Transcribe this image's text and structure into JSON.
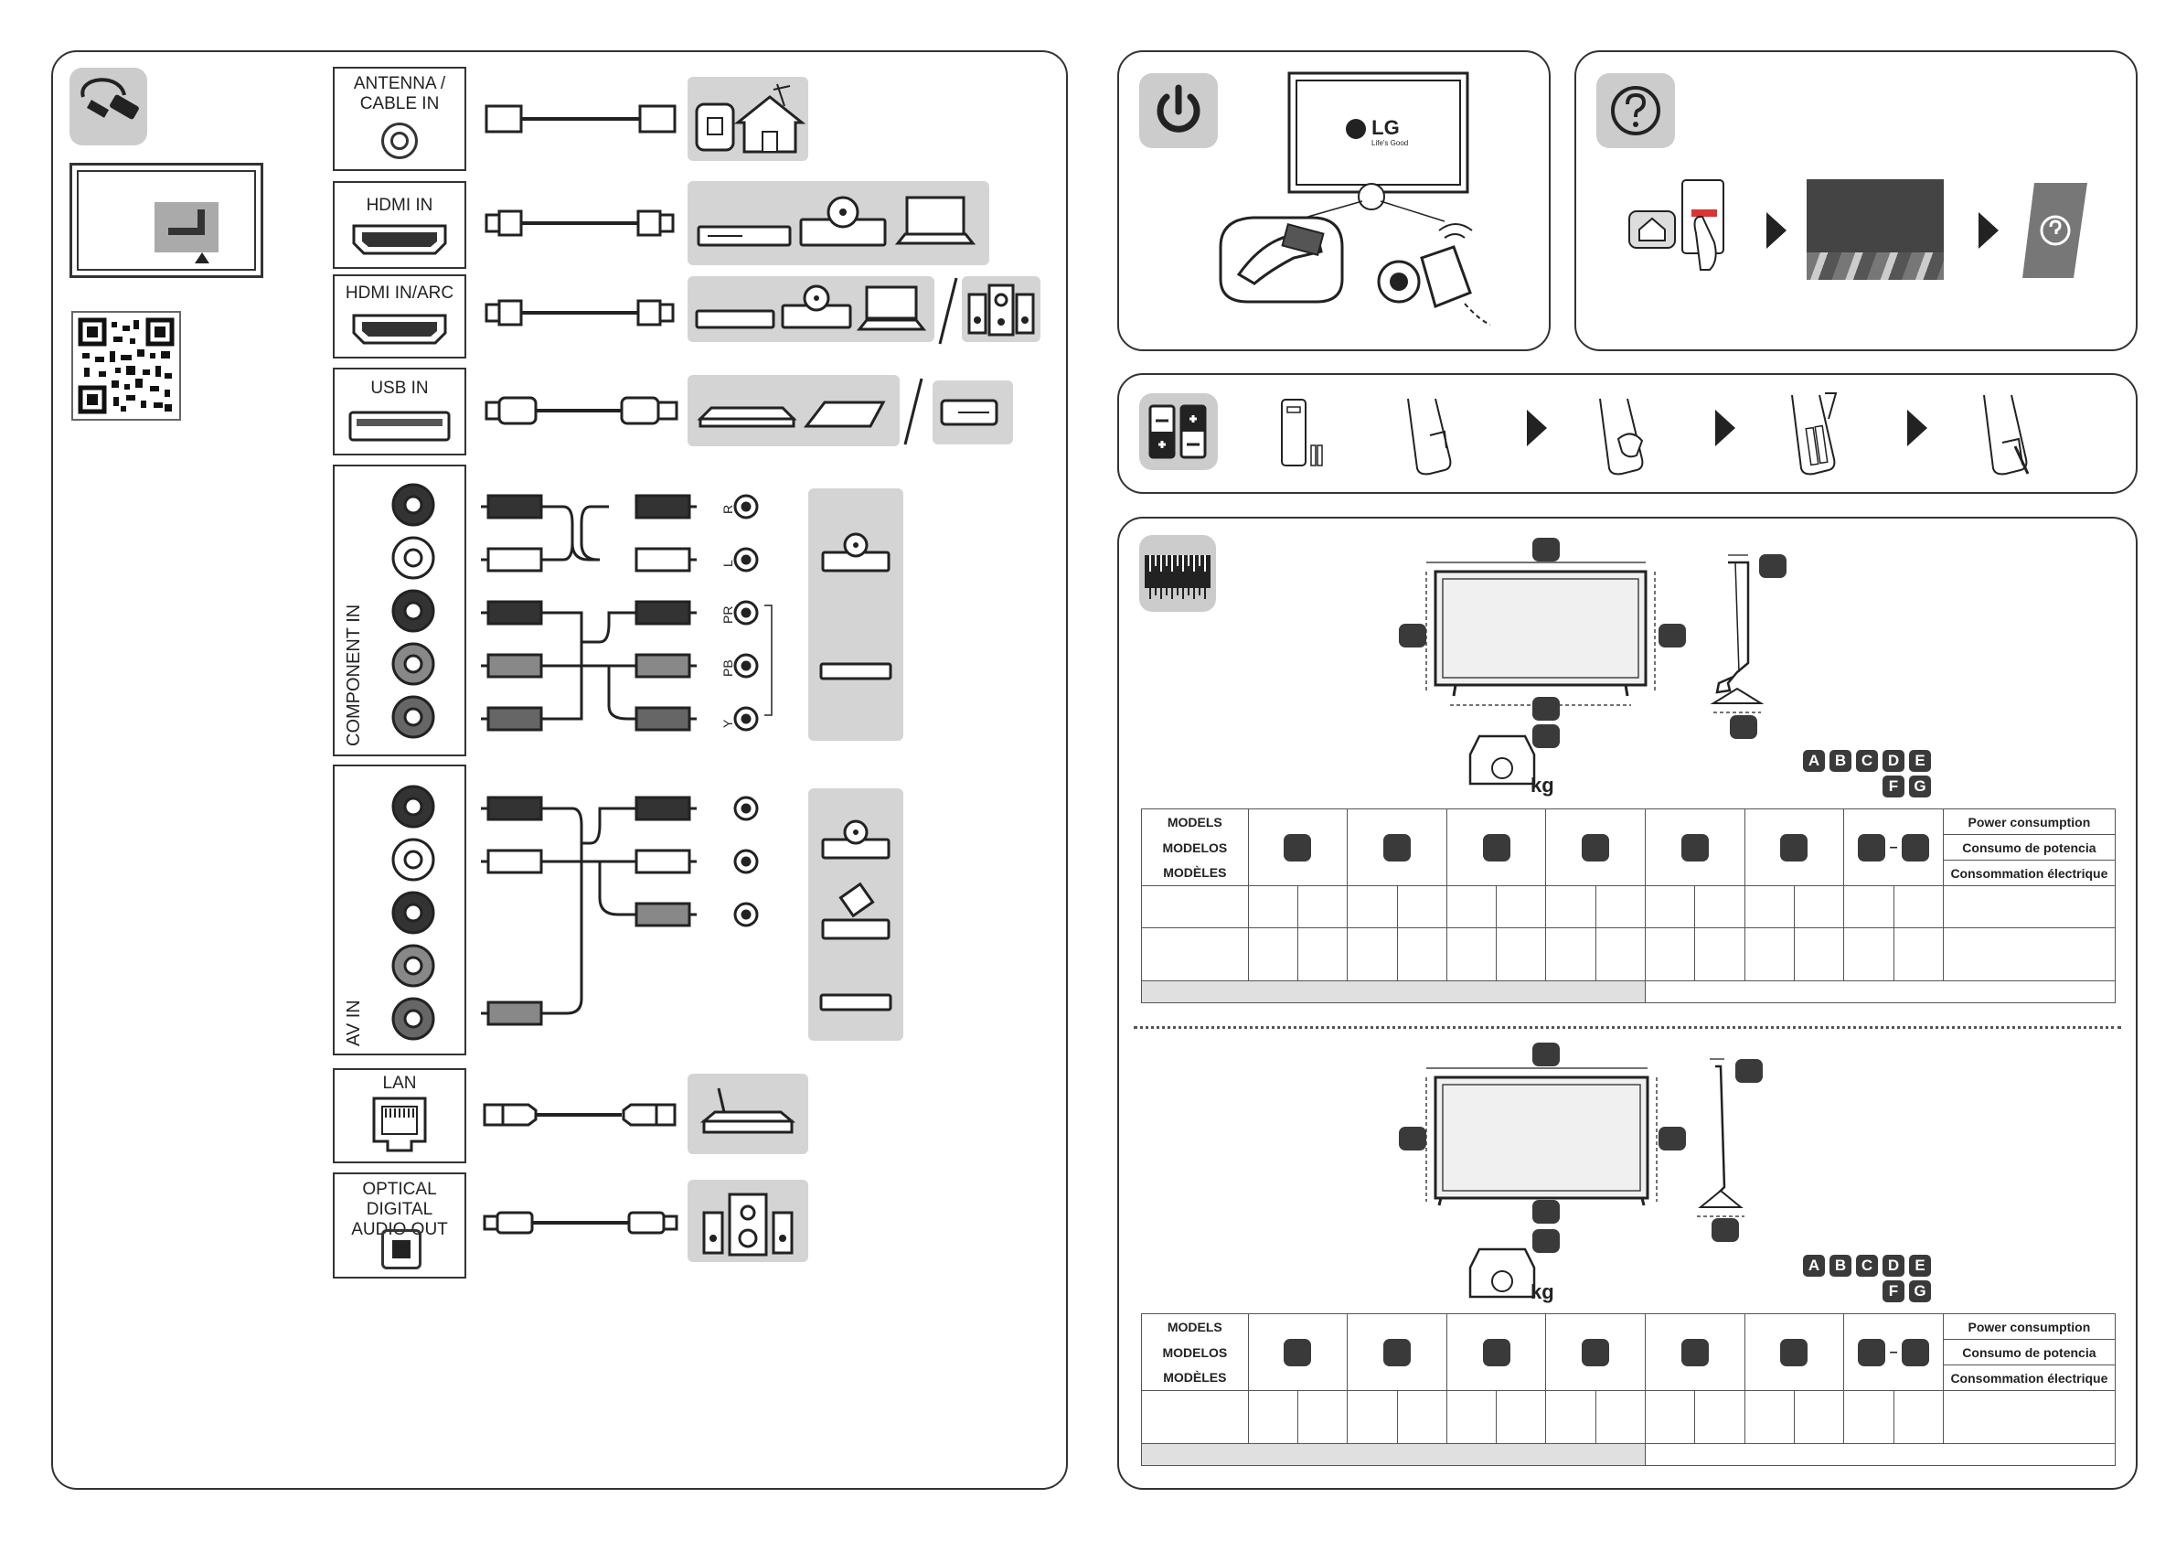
{
  "connections": {
    "antenna": "ANTENNA /\nCABLE IN",
    "hdmi_in": "HDMI IN",
    "hdmi_arc": "HDMI IN/ARC",
    "usb_in": "USB IN",
    "component_in": "COMPONENT IN",
    "av_in": "AV IN",
    "lan": "LAN",
    "optical": "OPTICAL DIGITAL\nAUDIO OUT",
    "component_jack_labels": [
      "R",
      "L",
      "PR",
      "PB",
      "Y"
    ]
  },
  "power_panel": {
    "logo": "LG",
    "tagline": "Life's Good"
  },
  "dimensions": {
    "weight_unit": "kg",
    "letters_row1": [
      "A",
      "B",
      "C",
      "D",
      "E"
    ],
    "letters_row2": [
      "F",
      "G"
    ],
    "table": {
      "row_labels": [
        "MODELS",
        "MODELOS",
        "MODÈLES"
      ],
      "power_labels": [
        "Power consumption",
        "Consumo de potencia",
        "Consommation électrique"
      ]
    }
  },
  "colors": {
    "tile_gray": "#cccccc",
    "dark": "#333333",
    "device_bg": "#d4d4d4"
  }
}
